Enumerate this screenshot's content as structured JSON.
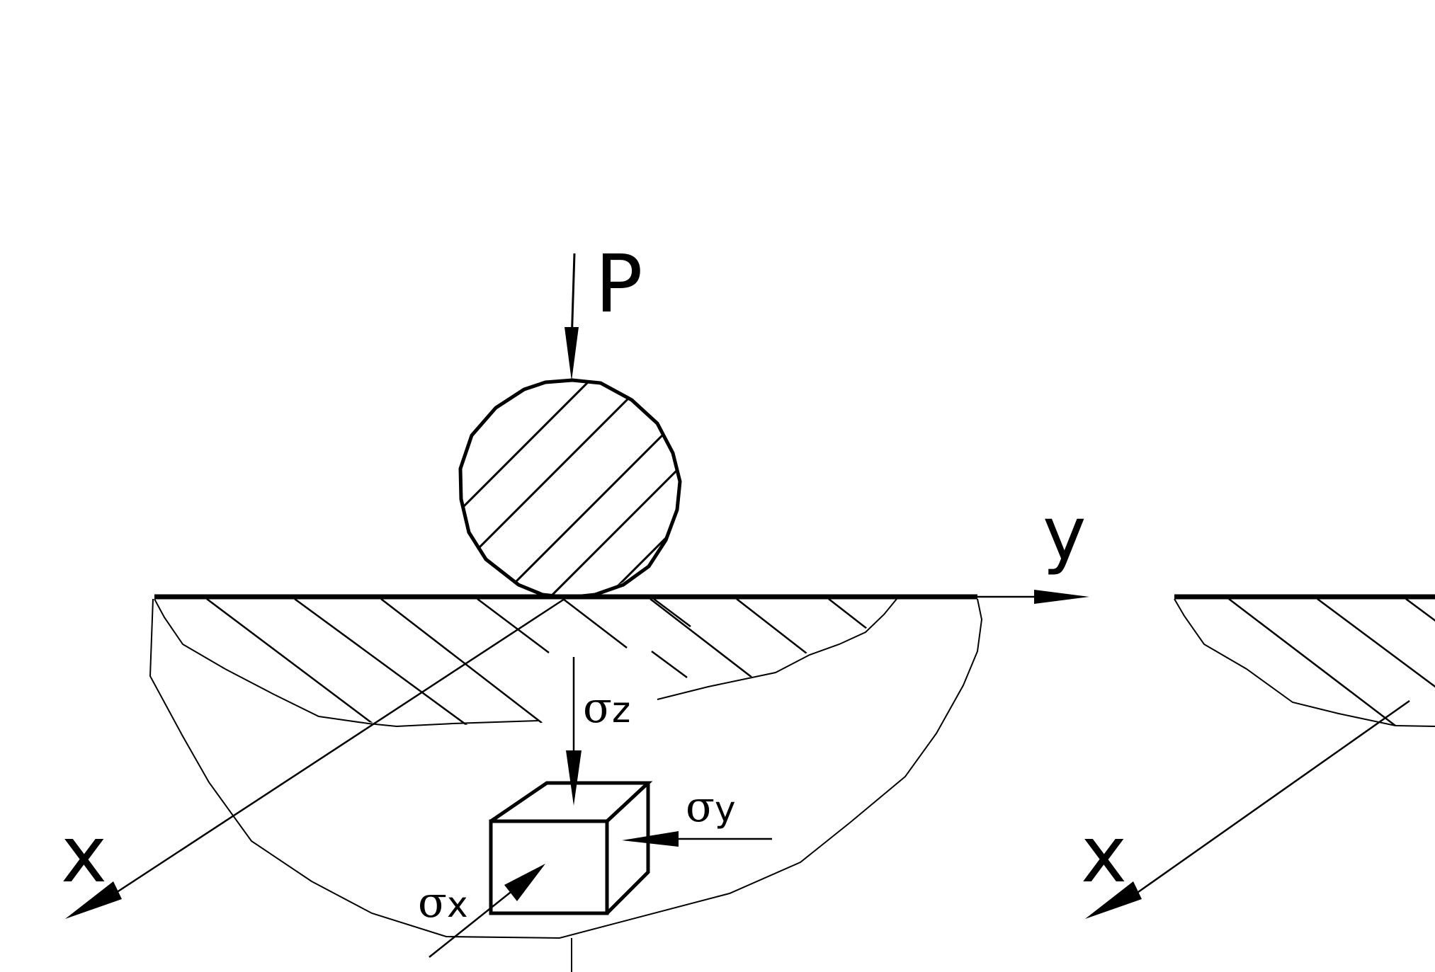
{
  "left_figure": {
    "force_label": "P",
    "axis_y_label": "y",
    "axis_x_label": "x",
    "stress_z": {
      "symbol": "σ",
      "subscript": "z"
    },
    "stress_y": {
      "symbol": "σ",
      "subscript": "y"
    },
    "stress_x": {
      "symbol": "σ",
      "subscript": "x"
    }
  },
  "right_figure": {
    "axis_x_label": "x"
  }
}
